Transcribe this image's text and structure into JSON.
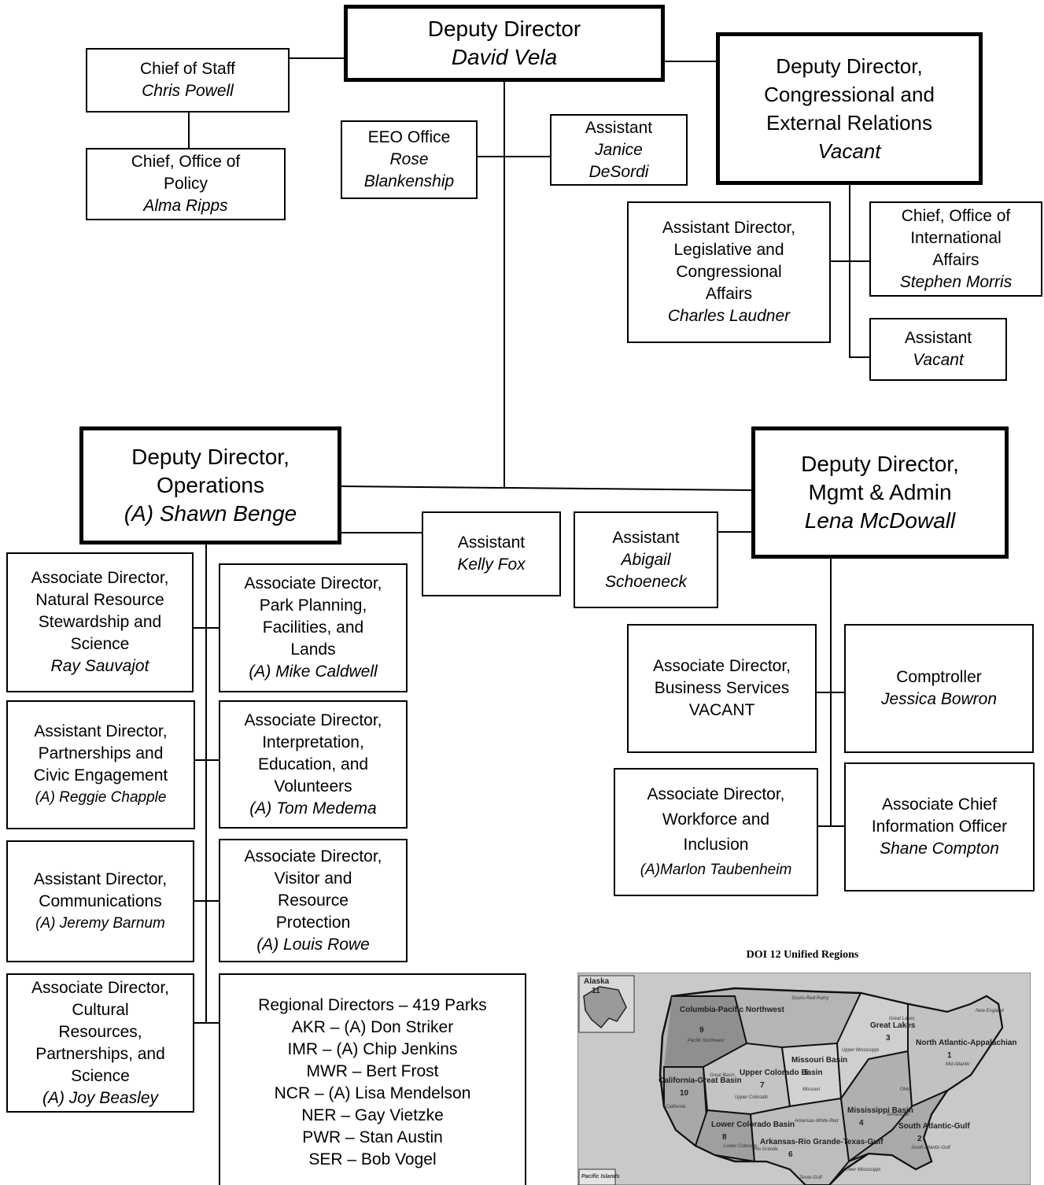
{
  "deputy_director": {
    "title": "Deputy Director",
    "name": "David Vela"
  },
  "chief_of_staff": {
    "title": "Chief of Staff",
    "name": "Chris Powell"
  },
  "chief_policy": {
    "title_line1": "Chief, Office of",
    "title_line2": "Policy",
    "name": "Alma Ripps"
  },
  "eeo_office": {
    "title": "EEO Office",
    "name_line1": "Rose",
    "name_line2": "Blankenship"
  },
  "assistant_desordi": {
    "title": "Assistant",
    "name_line1": "Janice",
    "name_line2": "DeSordi"
  },
  "dd_congressional": {
    "line1": "Deputy Director,",
    "line2": "Congressional and",
    "line3": "External Relations",
    "name": "Vacant"
  },
  "ad_legislative": {
    "line1": "Assistant Director,",
    "line2": "Legislative and",
    "line3": "Congressional",
    "line4": "Affairs",
    "name": "Charles Laudner"
  },
  "chief_international": {
    "line1": "Chief, Office of",
    "line2": "International",
    "line3": "Affairs",
    "name": "Stephen Morris"
  },
  "assistant_vacant": {
    "title": "Assistant",
    "name": "Vacant"
  },
  "dd_operations": {
    "line1": "Deputy Director,",
    "line2": "Operations",
    "name": "(A) Shawn Benge"
  },
  "dd_mgmt": {
    "line1": "Deputy Director,",
    "line2": "Mgmt & Admin",
    "name": "Lena McDowall"
  },
  "assistant_fox": {
    "title": "Assistant",
    "name": "Kelly Fox"
  },
  "assistant_schoeneck": {
    "title": "Assistant",
    "name_line1": "Abigail",
    "name_line2": "Schoeneck"
  },
  "ad_natural": {
    "line1": "Associate Director,",
    "line2": "Natural Resource",
    "line3": "Stewardship and",
    "line4": "Science",
    "name": "Ray Sauvajot"
  },
  "ad_park_planning": {
    "line1": "Associate Director,",
    "line2": "Park Planning,",
    "line3": "Facilities, and",
    "line4": "Lands",
    "name": "(A) Mike Caldwell"
  },
  "ad_partnerships": {
    "line1": "Assistant Director,",
    "line2": "Partnerships and",
    "line3": "Civic Engagement",
    "name": "(A) Reggie Chapple"
  },
  "ad_interpretation": {
    "line1": "Associate Director,",
    "line2": "Interpretation,",
    "line3": "Education, and",
    "line4": "Volunteers",
    "name": "(A) Tom Medema"
  },
  "ad_communications": {
    "line1": "Assistant Director,",
    "line2": "Communications",
    "name": "(A) Jeremy Barnum"
  },
  "ad_visitor": {
    "line1": "Associate Director,",
    "line2": "Visitor and",
    "line3": "Resource",
    "line4": "Protection",
    "name": "(A) Louis Rowe"
  },
  "ad_cultural": {
    "line1": "Associate Director,",
    "line2": "Cultural",
    "line3": "Resources,",
    "line4": "Partnerships, and",
    "line5": "Science",
    "name": "(A) Joy Beasley"
  },
  "regional_directors": {
    "heading": "Regional Directors – 419 Parks",
    "lines": [
      "AKR – (A) Don Striker",
      "IMR – (A) Chip Jenkins",
      "MWR – Bert Frost",
      "NCR – (A) Lisa Mendelson",
      "NER – Gay Vietzke",
      "PWR – Stan Austin",
      "SER – Bob Vogel"
    ]
  },
  "ad_business": {
    "line1": "Associate Director,",
    "line2": "Business Services",
    "line3": "VACANT"
  },
  "comptroller": {
    "title": "Comptroller",
    "name": "Jessica Bowron"
  },
  "ad_workforce": {
    "line1": "Associate Director,",
    "line2": "Workforce and",
    "line3": "Inclusion",
    "name": "(A)Marlon Taubenheim"
  },
  "assoc_cio": {
    "line1": "Associate Chief",
    "line2": "Information Officer",
    "name": "Shane Compton"
  },
  "map": {
    "title": "DOI 12 Unified Regions",
    "regions": [
      {
        "name": "Alaska",
        "num": "11"
      },
      {
        "name": "Columbia-Pacific Northwest",
        "num": "9"
      },
      {
        "name": "California-Great Basin",
        "num": "10"
      },
      {
        "name": "Upper Colorado Basin",
        "num": "7"
      },
      {
        "name": "Lower Colorado Basin",
        "num": "8"
      },
      {
        "name": "Missouri Basin",
        "num": "5"
      },
      {
        "name": "Arkansas-Rio Grande-Texas-Gulf",
        "num": "6"
      },
      {
        "name": "Great Lakes",
        "num": "3"
      },
      {
        "name": "Mississippi Basin",
        "num": "4"
      },
      {
        "name": "North Atlantic-Appalachian",
        "num": "1"
      },
      {
        "name": "South Atlantic-Gulf",
        "num": "2"
      }
    ],
    "sub_labels": [
      "Souris-Red-Rainy",
      "Pacific Northwest",
      "Great Basin",
      "Upper Colorado",
      "Missouri",
      "Upper Mississippi",
      "Great Lakes",
      "New England",
      "Mid Atlantic",
      "Ohio",
      "Arkansas-White-Red",
      "Lower Colorado",
      "Rio Grande",
      "California",
      "Tennessee",
      "South Atlantic-Gulf",
      "Lower Mississippi",
      "Texas-Gulf"
    ],
    "pacific_islands_label": "Pacific Islands"
  }
}
